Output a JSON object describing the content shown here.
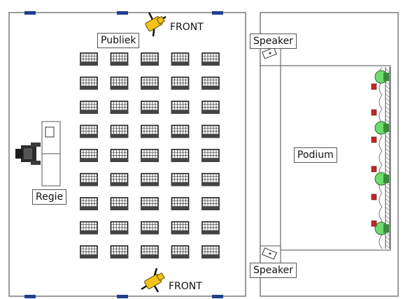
{
  "labels": {
    "audience": "Publiek",
    "front_top": "FRONT",
    "front_bottom": "FRONT",
    "speaker_top": "Speaker",
    "speaker_bottom": "Speaker",
    "podium": "Podium",
    "control": "Regie"
  },
  "seating": {
    "rows": 9,
    "columns": 5
  },
  "stage_lights": {
    "green_count": 4,
    "red_count": 6
  },
  "colors": {
    "wall_accent": "#1f3f8a",
    "camera": "#f3c21a",
    "stage_light": "#6ddb6d",
    "red_light": "#c0282a",
    "truss": "#666666"
  }
}
